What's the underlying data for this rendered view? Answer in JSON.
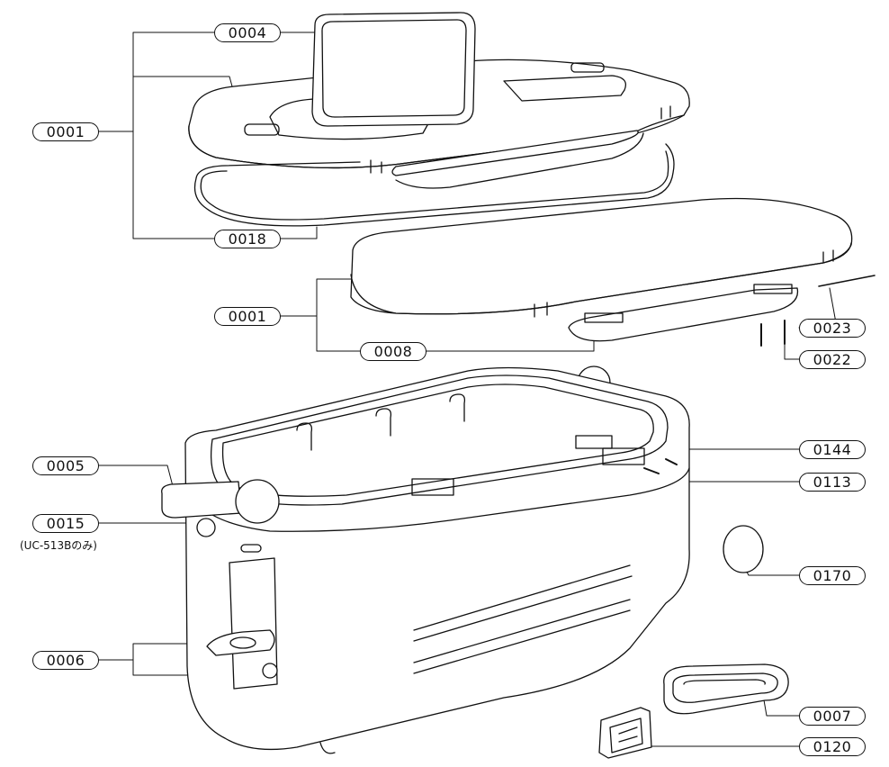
{
  "labels": {
    "p0004": "0004",
    "p0001a": "0001",
    "p0018": "0018",
    "p0001b": "0001",
    "p0008": "0008",
    "p0023": "0023",
    "p0022": "0022",
    "p0005": "0005",
    "p0015": "0015",
    "p0144": "0144",
    "p0113": "0113",
    "p0170": "0170",
    "p0006": "0006",
    "p0007": "0007",
    "p0120": "0120"
  },
  "notes": {
    "p0015_note": "(UC-513Bのみ)"
  }
}
